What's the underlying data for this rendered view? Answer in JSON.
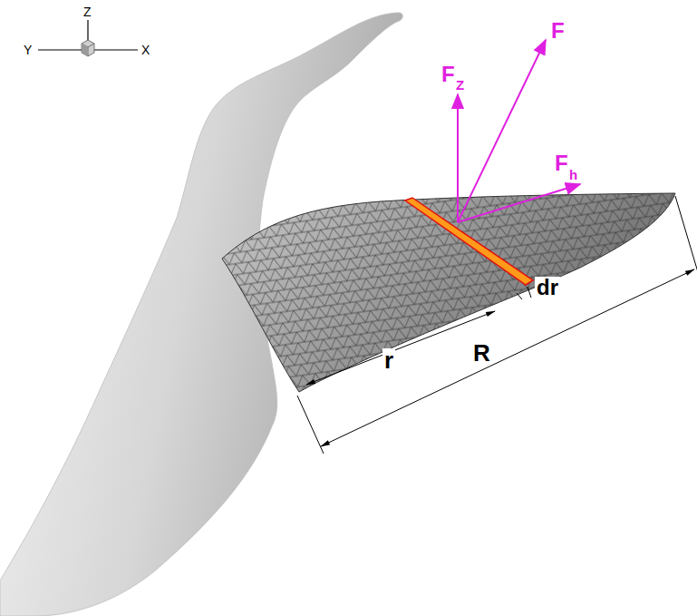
{
  "diagram": {
    "labels": [
      "Z",
      "Y",
      "X",
      "F",
      "Z",
      "F",
      "F",
      "h",
      "dr",
      "r",
      "R"
    ]
  }
}
